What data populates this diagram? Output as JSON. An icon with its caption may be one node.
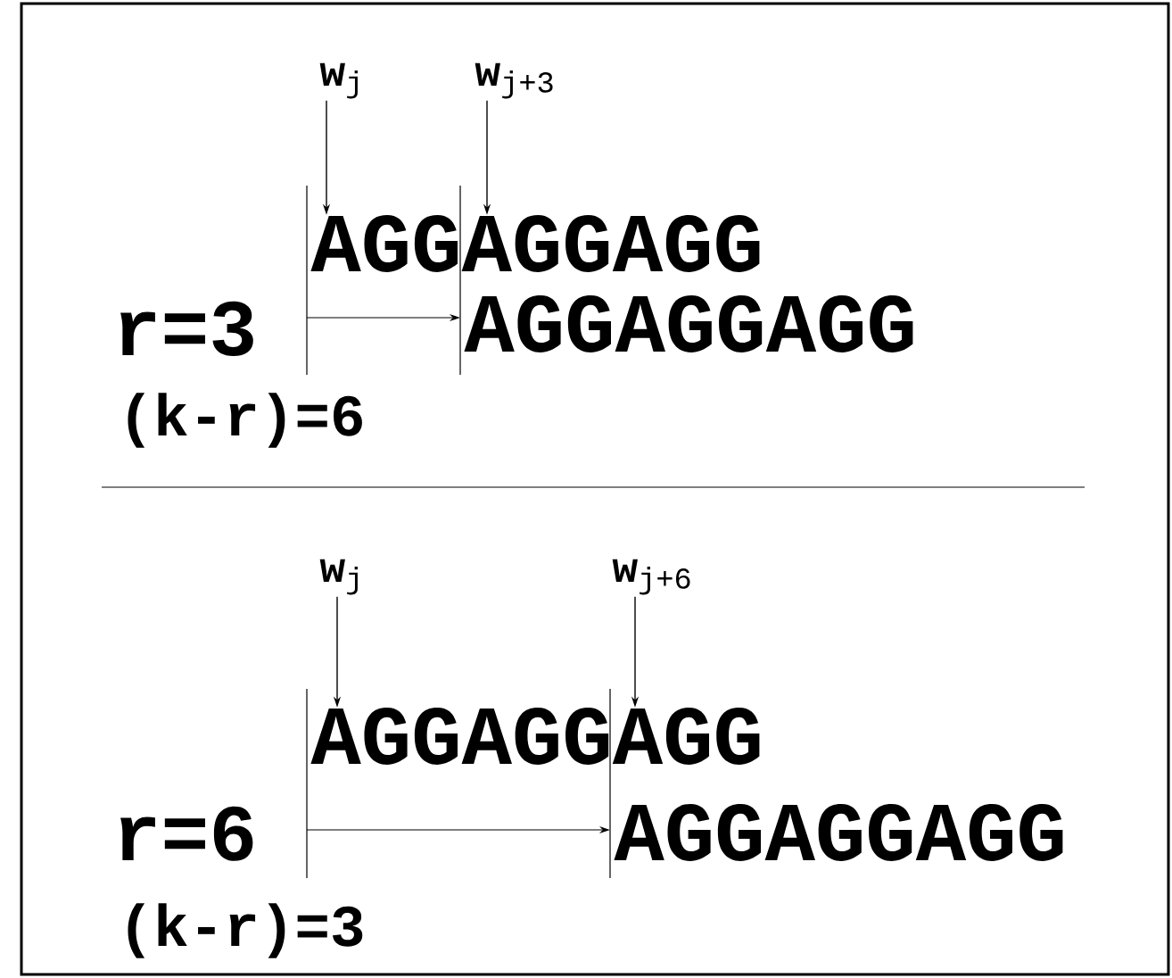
{
  "diagram": {
    "nodes": [
      {
        "text": [
          "**w**$_{j}$"
        ]
      },
      {
        "text": [
          "**w**$_{j+3}$"
        ]
      },
      {
        "text": [
          "AGGAGGAGG"
        ]
      },
      {
        "text": [
          "AGGAGGAGG"
        ]
      },
      {
        "text": [
          "**w**$_{j}$"
        ]
      },
      {
        "text": [
          "**w**$_{j+6}$"
        ]
      },
      {
        "text": [
          "AGGAGGAGG"
        ]
      },
      {
        "text": [
          "AGGAGGAGG"
        ]
      }
    ],
    "edges": [
      {
        "from": 0,
        "to": 2,
        "arrow": "to"
      },
      {
        "from": 1,
        "to": 2,
        "arrow": "to"
      },
      {
        "from": 4,
        "to": 6,
        "arrow": "to"
      },
      {
        "from": 5,
        "to": 6,
        "arrow": "to"
      },
      {
        "from": 2,
        "to": 3,
        "arrow": "to"
      },
      {
        "from": 6,
        "to": 7,
        "arrow": "to"
      }
    ],
    "labels": [
      "r=3",
      "(k-r)=6",
      "r=6",
      "(k-r)=3"
    ]
  }
}
